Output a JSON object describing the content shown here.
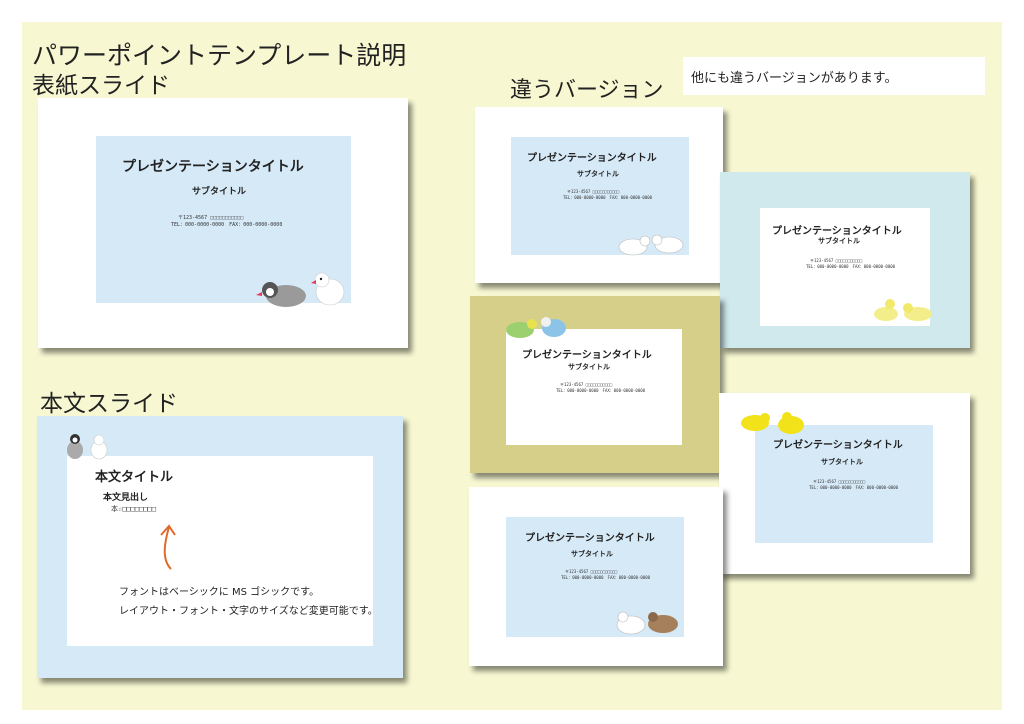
{
  "page": {
    "main_heading": "パワーポイントテンプレート説明",
    "cover_heading": "表紙スライド",
    "body_heading": "本文スライド",
    "versions_heading": "違うバージョン",
    "versions_note": "他にも違うバージョンがあります。"
  },
  "cover": {
    "title": "プレゼンテーションタイトル",
    "subtitle": "サブタイトル",
    "address": "〒123-4567 □□□□□□□□□□□",
    "tel": "TEL：000-0000-0000　FAX：000-0000-0000"
  },
  "body_slide": {
    "title": "本文タイトル",
    "heading": "本文見出し",
    "text": "本☆□□□□□□□□",
    "note1": "フォントはベーシックに MS ゴシックです。",
    "note2": "レイアウト・フォント・文字のサイズなど変更可能です。"
  },
  "versions": [
    {
      "title": "プレゼンテーションタイトル",
      "subtitle": "サブタイトル",
      "address": "〒123-4567 □□□□□□□□□□□",
      "tel": "TEL：000-0000-0000　FAX：000-0000-0000"
    },
    {
      "title": "プレゼンテーションタイトル",
      "subtitle": "サブタイトル",
      "address": "〒123-4567 □□□□□□□□□□□",
      "tel": "TEL：000-0000-0000　FAX：000-0000-0000"
    },
    {
      "title": "プレゼンテーションタイトル",
      "subtitle": "サブタイトル",
      "address": "〒123-4567 □□□□□□□□□□□",
      "tel": "TEL：000-0000-0000　FAX：000-0000-0000"
    },
    {
      "title": "プレゼンテーションタイトル",
      "subtitle": "サブタイトル",
      "address": "〒123-4567 □□□□□□□□□□□",
      "tel": "TEL：000-0000-0000　FAX：000-0000-0000"
    },
    {
      "title": "プレゼンテーションタイトル",
      "subtitle": "サブタイトル",
      "address": "〒123-4567 □□□□□□□□□□□",
      "tel": "TEL：000-0000-0000　FAX：000-0000-0000"
    }
  ],
  "colors": {
    "page_bg": "#f7f8d2",
    "light_blue": "#d6e9f7",
    "teal": "#cfe9ec",
    "olive": "#d5cf8a",
    "arrow": "#e06a2a"
  }
}
